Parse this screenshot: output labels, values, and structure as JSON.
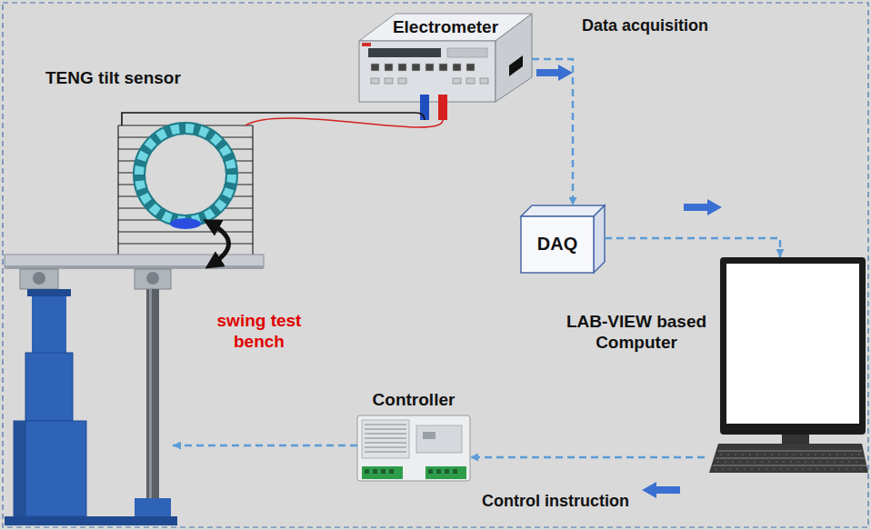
{
  "diagram": {
    "nodes": [
      {
        "text": [
          "Electrometer"
        ]
      },
      {
        "text": [
          "TENG tilt sensor"
        ]
      },
      {
        "text": [
          "DAQ"
        ]
      },
      {
        "text": [
          "swing test bench"
        ]
      },
      {
        "text": [
          "LAB-VIEW based Computer"
        ]
      },
      {
        "text": [
          "Controller"
        ]
      }
    ],
    "edges": [
      {
        "from": 1,
        "to": 0,
        "arrow": "none"
      },
      {
        "from": 1,
        "to": 0,
        "arrow": "none"
      },
      {
        "from": 0,
        "to": 2,
        "label": "Data acquisition",
        "arrow": "to"
      },
      {
        "from": 2,
        "to": 4,
        "arrow": "to"
      },
      {
        "from": 4,
        "to": 5,
        "label": "Control instruction",
        "arrow": "to"
      },
      {
        "from": 5,
        "to": 3,
        "arrow": "to"
      }
    ]
  }
}
